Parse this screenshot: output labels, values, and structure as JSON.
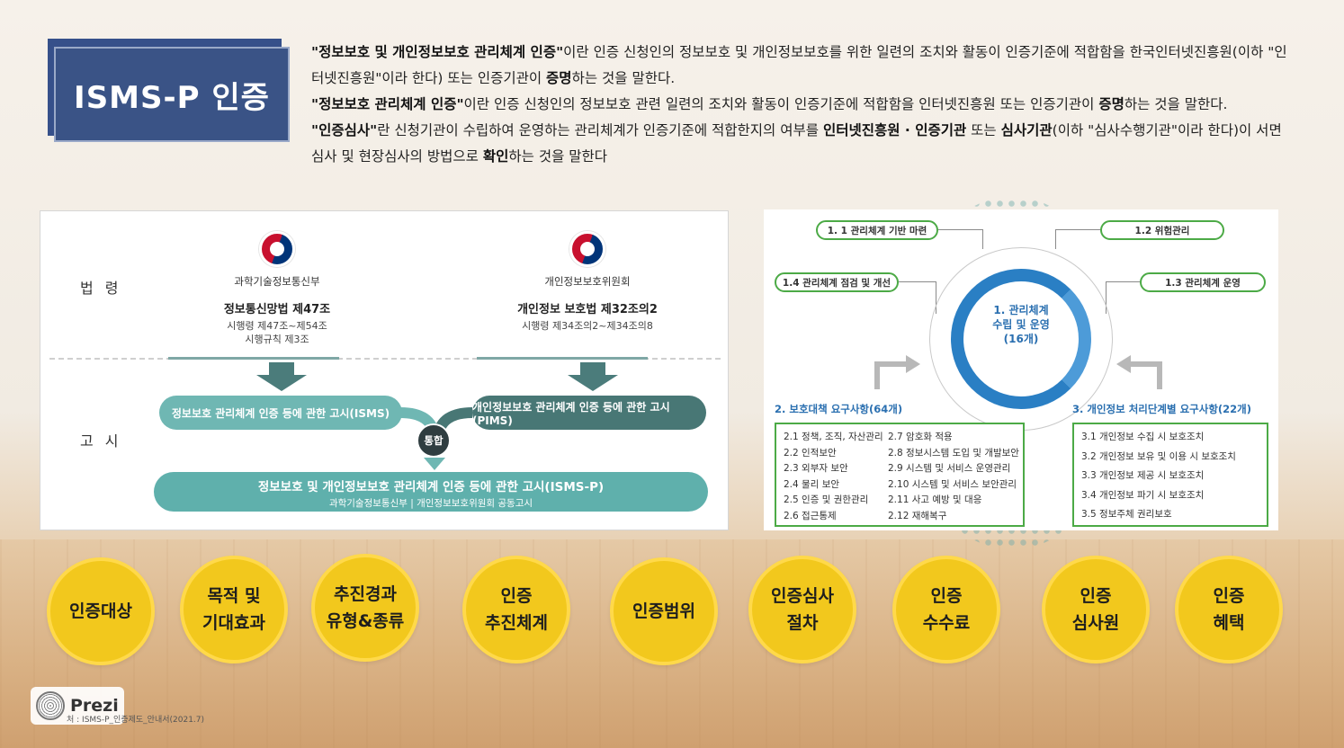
{
  "title": "ISMS-P 인증",
  "description": [
    {
      "bold": "\"정보보호 및 개인정보보호 관리체계 인증\"",
      "text1": "이란 인증 신청인의 정보보호 및 개인정보보호를 위한 일련의 조치와 활동이 인증기준에 적합함을 한국인터넷진흥원(이하 \"인터넷진흥원\"이라 한다) 또는 인증기관이 ",
      "bold2": "증명",
      "text2": "하는 것을 말한다."
    },
    {
      "bold": "\"정보보호 관리체계 인증\"",
      "text1": "이란 인증 신청인의 정보보호 관련 일련의 조치와 활동이 인증기준에 적합함을 인터넷진흥원 또는 인증기관이 ",
      "bold2": "증명",
      "text2": "하는 것을 말한다."
    },
    {
      "bold": "\"인증심사\"",
      "text1": "란 신청기관이 수립하여 운영하는 관리체계가 인증기준에 적합한지의 여부를 ",
      "bold2": "인터넷진흥원 · 인증기관",
      "text2": " 또는 ",
      "bold3": "심사기관",
      "text3": "(이하 \"심사수행기관\"이라 한다)이 서면심사 및 현장심사의 방법으로 ",
      "bold4": "확인",
      "text4": "하는 것을 말한다"
    }
  ],
  "left_panel": {
    "row_law": "법 령",
    "row_notice": "고 시",
    "ministry1": "과학기술정보통신부",
    "law1": "정보통신망법 제47조",
    "law1_sub1": "시행령 제47조~제54조",
    "law1_sub2": "시행규칙 제3조",
    "ministry2": "개인정보보호위원회",
    "law2": "개인정보 보호법 제32조의2",
    "law2_sub1": "시행령 제34조의2~제34조의8",
    "isms": "정보보호 관리체계 인증 등에 관한 고시(ISMS)",
    "pims": "개인정보보호 관리체계 인증 등에 관한 고시(PIMS)",
    "merge": "통합",
    "final": "정보보호 및 개인정보보호 관리체계 인증 등에 관한 고시(ISMS-P)",
    "final_sub": "과학기술정보통신부 | 개인정보보호위원회 공동고시"
  },
  "right_panel": {
    "tag_11": "1. 1 관리체계 기반 마련",
    "tag_12": "1.2 위험관리",
    "tag_13": "1.3 관리체계 운영",
    "tag_14": "1.4 관리체계 점검 및 개선",
    "center_line1": "1. 관리체계",
    "center_line2": "수립 및 운영",
    "center_line3": "(16개)",
    "sec2_title": "2. 보호대책 요구사항(64개)",
    "sec3_title": "3. 개인정보 처리단계별 요구사항(22개)",
    "sec2_col1": [
      "2.1 정책, 조직, 자산관리",
      "2.2 인적보안",
      "2.3 외부자 보안",
      "2.4 물리 보안",
      "2.5 인증 및 권한관리",
      "2.6 접근통제"
    ],
    "sec2_col2": [
      "2.7 암호화 적용",
      "2.8 정보시스템 도입 및 개발보안",
      "2.9 시스템 및 서비스 운영관리",
      "2.10 시스템 및 서비스 보안관리",
      "2.11 사고 예방 및 대응",
      "2.12 재해복구"
    ],
    "sec3_items": [
      "3.1 개인정보 수집 시 보호조치",
      "3.2 개인정보 보유 및 이용 시 보호조치",
      "3.3 개인정보 제공 시 보호조치",
      "3.4 개인정보 파기 시 보호조치",
      "3.5 정보주체 권리보호"
    ]
  },
  "circles": [
    {
      "label": "인증대상"
    },
    {
      "label": "목적 및\n기대효과"
    },
    {
      "label": "추진경과\n유형&종류"
    },
    {
      "label": "인증\n추진체계"
    },
    {
      "label": "인증범위"
    },
    {
      "label": "인증심사\n절차"
    },
    {
      "label": "인증\n수수료"
    },
    {
      "label": "인증\n심사원"
    },
    {
      "label": "인증\n혜택"
    }
  ],
  "prezi": "Prezi",
  "source": "처 : ISMS-P_인증제도_안내서(2021.7)",
  "colors": {
    "title_bg": "#3a5386",
    "circle": "#f2c81d",
    "teal": "#5fb0ac",
    "green": "#4caa46",
    "blue": "#2a7fc4"
  }
}
